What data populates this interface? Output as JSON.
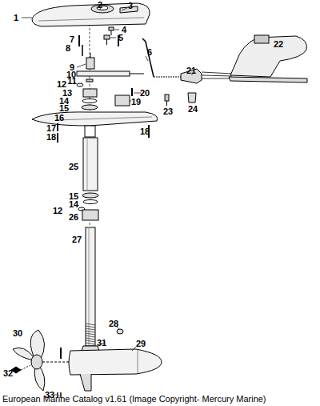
{
  "diagram": {
    "caption": "European Marine Catalog v1.61 (Image Copyright- Mercury Marine)",
    "labels": [
      "1",
      "2",
      "3",
      "4",
      "5",
      "6",
      "7",
      "8",
      "9",
      "10",
      "11",
      "12",
      "13",
      "14",
      "15",
      "16",
      "17",
      "18",
      "18",
      "19",
      "20",
      "21",
      "22",
      "23",
      "24",
      "25",
      "15",
      "14",
      "12",
      "26",
      "27",
      "28",
      "29",
      "30",
      "31",
      "32",
      "33"
    ]
  }
}
